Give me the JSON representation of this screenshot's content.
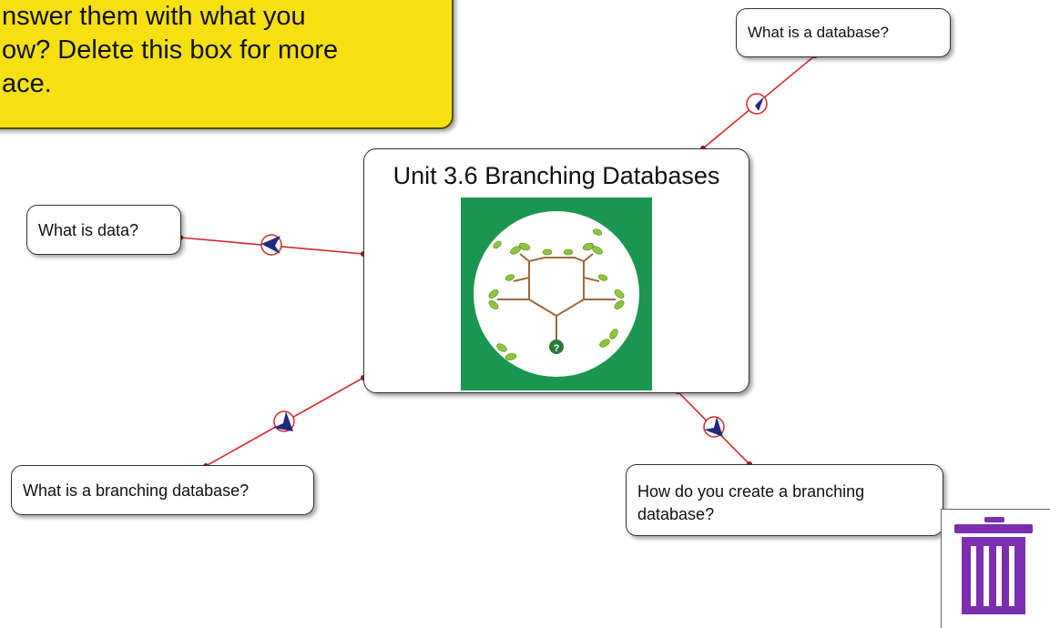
{
  "instruction_note": {
    "text": "nswer them with what you\now? Delete this box for more\nace."
  },
  "central_topic": {
    "title": "Unit 3.6 Branching Databases",
    "image_icon": "branching-tree-logo",
    "logo_badge": "?"
  },
  "nodes": {
    "database": "What is a database?",
    "data": "What is data?",
    "branching_database": "What is a branching database?",
    "create_branching": "How do you create a branching\ndatabase?"
  },
  "colors": {
    "note_fill": "#f6e012",
    "link_line": "#d42a2a",
    "arrow_fill": "#1f2a7a",
    "logo_green": "#1a9650",
    "trash_purple": "#7b2fb0"
  },
  "icons": {
    "trash": "trash-icon",
    "link_direction": "arrow-circle-icon"
  }
}
